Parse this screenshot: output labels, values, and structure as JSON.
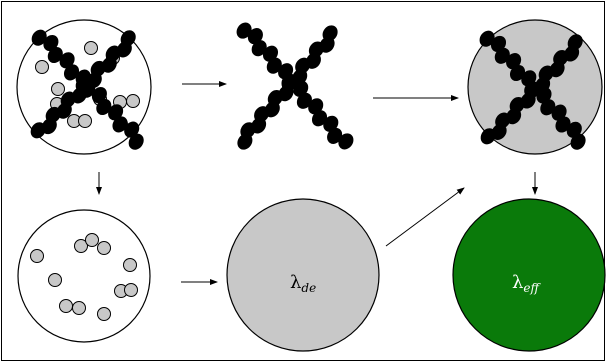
{
  "colors": {
    "frame": "#000000",
    "bead": "#000000",
    "filler": "#c8c8c8",
    "continuum": "#c8c8c8",
    "effective_medium": "#0a7a0a",
    "outline": "#000000"
  },
  "labels": {
    "lambda_de": {
      "symbol": "λ",
      "subscript": "de"
    },
    "lambda_eff": {
      "symbol": "λ",
      "subscript": "eff"
    }
  }
}
